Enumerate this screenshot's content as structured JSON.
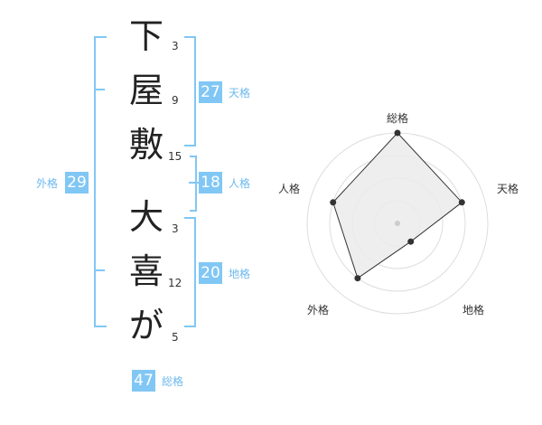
{
  "name_chars": [
    "下",
    "屋",
    "敷",
    "大",
    "喜",
    "が"
  ],
  "strokes": [
    "3",
    "9",
    "15",
    "3",
    "12",
    "5"
  ],
  "fortune": {
    "tenkaku": {
      "value": "27",
      "label": "天格"
    },
    "jinkaku": {
      "value": "18",
      "label": "人格"
    },
    "chikaku": {
      "value": "20",
      "label": "地格"
    },
    "gaikaku": {
      "value": "29",
      "label": "外格"
    },
    "soukaku": {
      "value": "47",
      "label": "総格"
    }
  },
  "colors": {
    "accent": "#81c7f5",
    "accent_text": "#6cb9ee"
  },
  "chart_data": {
    "type": "radar",
    "axes": [
      "総格",
      "天格",
      "地格",
      "外格",
      "人格"
    ],
    "rings": 4,
    "values": [
      1.0,
      0.75,
      0.25,
      0.75,
      0.75
    ],
    "range": [
      0,
      1
    ]
  }
}
